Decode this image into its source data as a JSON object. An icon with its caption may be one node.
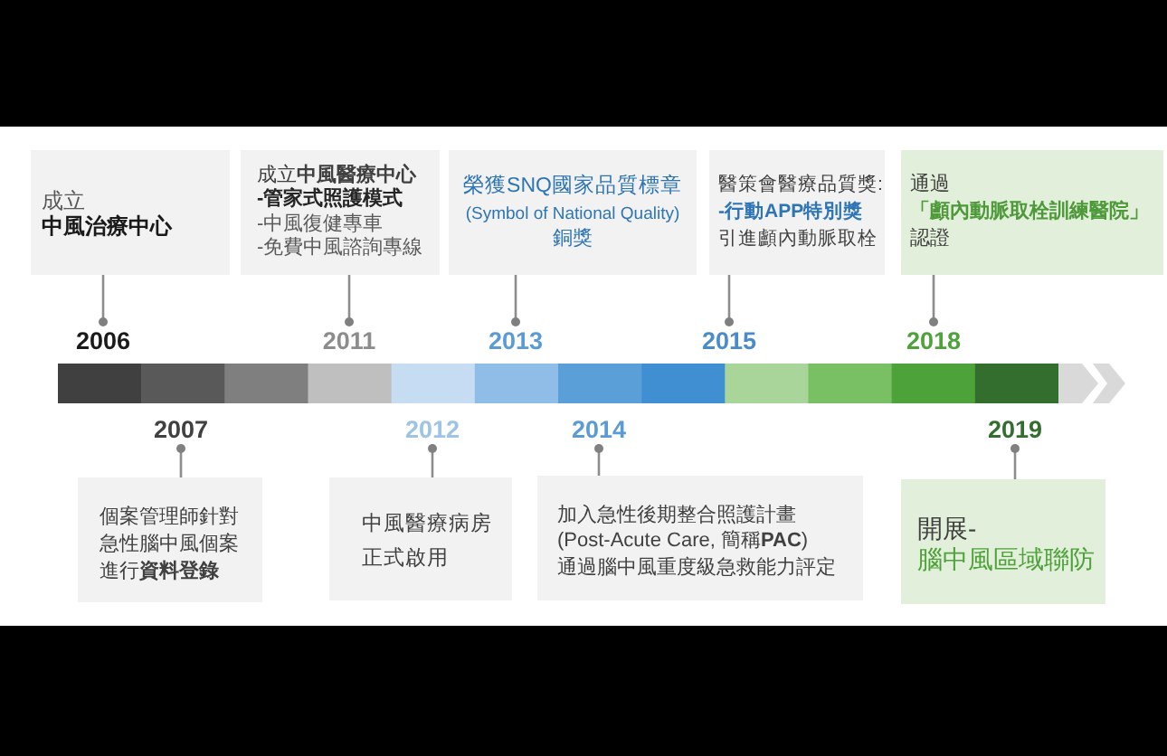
{
  "diagram": {
    "nodes": [
      {
        "text": [
          "成立",
          "中風治療中心"
        ]
      },
      {
        "text": [
          "成立**中風醫療中心**",
          "-管家式照護模式",
          "-中風復健專車",
          "-免費中風諮詢專線"
        ]
      },
      {
        "text": [
          "榮獲SNQ國家品質標章",
          "(Symbol of National Quality)",
          "銅獎"
        ]
      },
      {
        "text": [
          "醫策會醫療品質獎:",
          "-行動APP特別獎",
          "引進顱內動脈取栓"
        ]
      },
      {
        "text": [
          "通過",
          "「顱內動脈取栓訓練醫院」",
          "認證"
        ]
      },
      {
        "text": [
          "2006"
        ]
      },
      {
        "text": [
          "2011"
        ]
      },
      {
        "text": [
          "2013"
        ]
      },
      {
        "text": [
          "2015"
        ]
      },
      {
        "text": [
          "2018"
        ]
      },
      {
        "text": [
          "2007"
        ]
      },
      {
        "text": [
          "2012"
        ]
      },
      {
        "text": [
          "2014"
        ]
      },
      {
        "text": [
          "2019"
        ]
      },
      {
        "text": [
          "個案管理師針對急性腦中風個案進行**資料登錄**"
        ]
      },
      {
        "text": [
          "中風醫療病房正式啟用"
        ]
      },
      {
        "text": [
          "加入急性後期整合照護計畫",
          "(Post-Acute Care, 簡稱**PAC**)",
          "通過腦中風重度級急救能力評定"
        ]
      },
      {
        "text": [
          "開展-",
          "腦中風區域聯防"
        ]
      }
    ],
    "edges": [
      {
        "from": 0,
        "to": 5,
        "arrow": "other"
      },
      {
        "from": 1,
        "to": 6,
        "arrow": "other"
      },
      {
        "from": 2,
        "to": 7,
        "arrow": "other"
      },
      {
        "from": 3,
        "to": 8,
        "arrow": "other"
      },
      {
        "from": 4,
        "to": 9,
        "arrow": "other"
      },
      {
        "from": 14,
        "to": 10,
        "arrow": "other"
      },
      {
        "from": 15,
        "to": 11,
        "arrow": "other"
      },
      {
        "from": 16,
        "to": 12,
        "arrow": "other"
      },
      {
        "from": 17,
        "to": 13,
        "arrow": "other"
      }
    ]
  }
}
